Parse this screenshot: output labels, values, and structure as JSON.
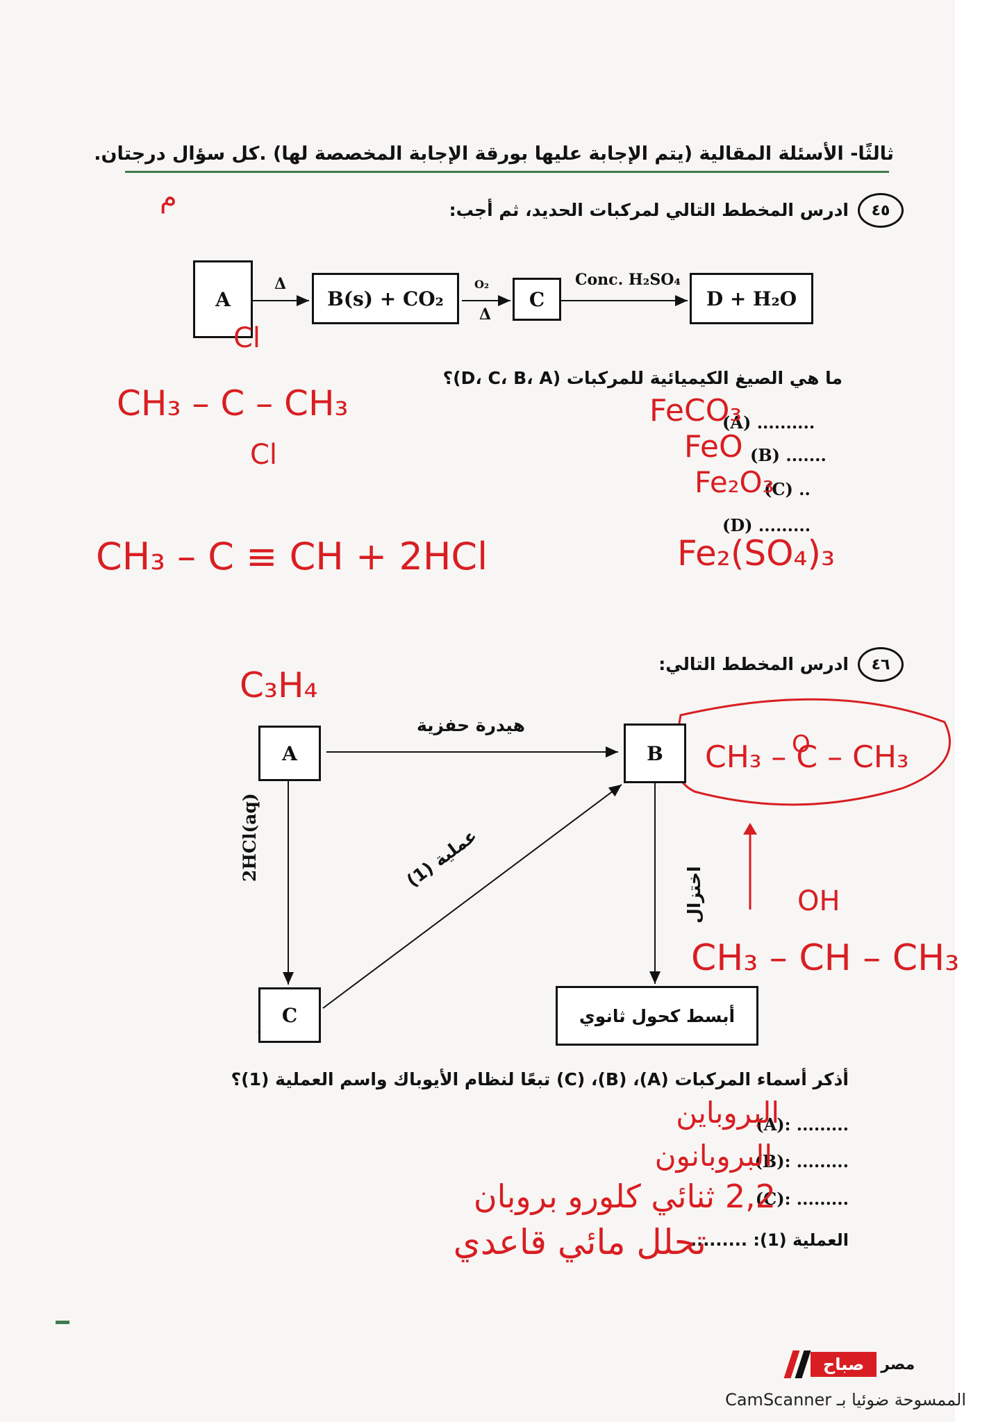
{
  "header": {
    "text": "ثالثًا- الأسئلة المقالية (يتم الإجابة عليها بورقة الإجابة المخصصة لها) .كل سؤال درجتان."
  },
  "q45": {
    "number": "٤٥",
    "prompt": "ادرس المخطط التالي لمركبات الحديد، ثم أجب:",
    "boxes": {
      "a": "A",
      "b": "B(s) + CO₂",
      "c": "C",
      "d": "D + H₂O"
    },
    "arrows": {
      "heat": "Δ",
      "o2": "O₂",
      "heat2": "Δ",
      "acid": "Conc. H₂SO₄"
    },
    "question": "ما هي الصيغ الكيميائية للمركبات (D، C، B، A)؟",
    "answers": [
      {
        "label": "(A) ..........",
        "hand": "FeCO₃"
      },
      {
        "label": "(B) .......",
        "hand": "FeO"
      },
      {
        "label": "(C) ..",
        "hand": "Fe₂O₃"
      },
      {
        "label": "(D) .........",
        "hand": "Fe₂(SO₄)₃"
      }
    ],
    "hand_mark": "م",
    "hand_struct": {
      "top": "Cl",
      "mid": "CH₃ – C – CH₃",
      "bottom": "Cl",
      "eq": "CH₃ – C ≡ CH + 2HCl"
    }
  },
  "q46": {
    "number": "٤٦",
    "prompt": "ادرس المخطط التالي:",
    "boxes": {
      "a": "A",
      "b": "B",
      "c": "C",
      "d": "أبسط كحول ثانوي"
    },
    "arrows": {
      "ab": "هيدرة حفزية",
      "ac": "2HCl(aq)",
      "cb": "عملية (1)",
      "bd": "اختزال"
    },
    "question": "أذكر أسماء المركبات (A)، (B)، (C) تبعًا لنظام الأيوباك واسم العملية (1)؟",
    "answers": [
      {
        "label": "(A): .........",
        "hand": "البروباين"
      },
      {
        "label": "(B): .........",
        "hand": "البروبانون"
      },
      {
        "label": "(C): .........",
        "hand": "2,2 ثنائي كلورو بروبان"
      },
      {
        "label": "العملية (1): .........",
        "hand": "تحلل مائي قاعدي"
      }
    ],
    "hand_formula_a": "C₃H₄",
    "hand_b_top": "O",
    "hand_b": "CH₃ – C – CH₃",
    "hand_alc_top": "OH",
    "hand_alc": "CH₃ – CH – CH₃"
  },
  "footer": {
    "brand_a": "صباح",
    "brand_b": "مصر",
    "scanner": "الممسوحة ضوئيا بـ CamScanner"
  }
}
